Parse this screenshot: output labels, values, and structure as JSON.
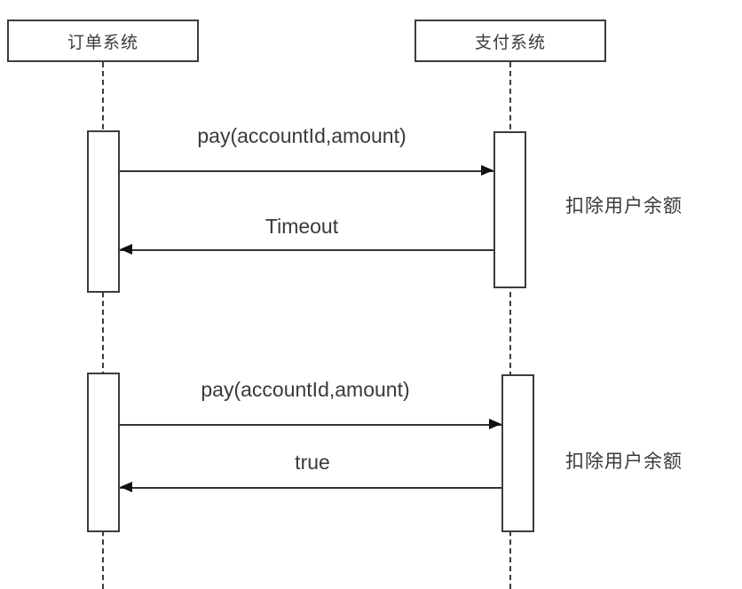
{
  "diagram": {
    "type": "uml-sequence-diagram",
    "participants": [
      {
        "id": "order",
        "name": "订单系统"
      },
      {
        "id": "payment",
        "name": "支付系统"
      }
    ],
    "blocks": [
      {
        "id": "block-1",
        "messages": [
          {
            "id": "msg-1",
            "label": "pay(accountId,amount)",
            "from": "order",
            "to": "payment",
            "direction": "right",
            "style": "solid"
          },
          {
            "id": "msg-2",
            "label": "Timeout",
            "from": "payment",
            "to": "order",
            "direction": "left",
            "style": "solid"
          }
        ],
        "annotation": "扣除用户余额"
      },
      {
        "id": "block-2",
        "messages": [
          {
            "id": "msg-3",
            "label": "pay(accountId,amount)",
            "from": "order",
            "to": "payment",
            "direction": "right",
            "style": "solid"
          },
          {
            "id": "msg-4",
            "label": "true",
            "from": "payment",
            "to": "order",
            "direction": "left",
            "style": "solid"
          }
        ],
        "annotation": "扣除用户余额"
      }
    ],
    "colors": {
      "stroke": "#3c3c3c",
      "arrow": "#333333",
      "text": "#3a3a3a",
      "background": "#ffffff"
    }
  }
}
